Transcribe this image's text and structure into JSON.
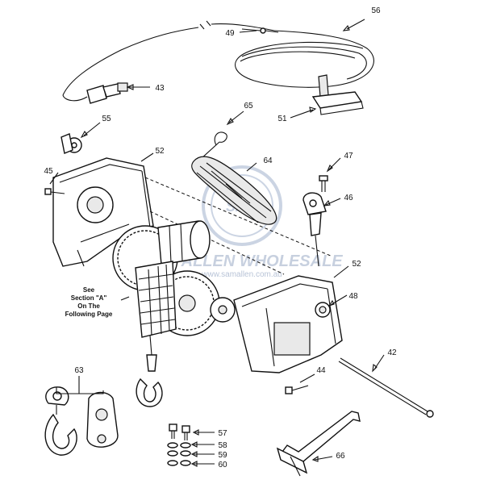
{
  "callouts": {
    "c56": "56",
    "c49": "49",
    "c43": "43",
    "c65": "65",
    "c51": "51",
    "c55": "55",
    "c52a": "52",
    "c47": "47",
    "c45": "45",
    "c64": "64",
    "c46": "46",
    "c52b": "52",
    "c48": "48",
    "c42": "42",
    "c44": "44",
    "c63": "63",
    "c57": "57",
    "c58": "58",
    "c59": "59",
    "c60": "60",
    "c66": "66"
  },
  "note": {
    "line1": "See",
    "line2": "Section \"A\"",
    "line3": "On The",
    "line4": "Following Page"
  },
  "watermark": {
    "brand": "SAM ALLEN WHOLESALE",
    "url": "www.samallen.com.au",
    "badge": "SAM"
  }
}
